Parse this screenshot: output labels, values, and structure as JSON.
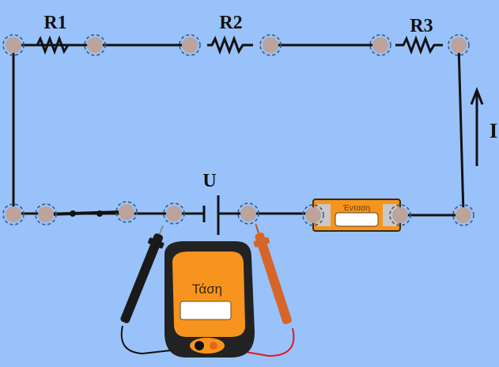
{
  "circuit": {
    "resistors": [
      {
        "label": "R1"
      },
      {
        "label": "R2"
      },
      {
        "label": "R3"
      }
    ],
    "source": {
      "label": "U"
    },
    "current": {
      "label": "I",
      "direction": "up"
    },
    "ammeter": {
      "label": "Ένταση",
      "reading": ""
    },
    "voltmeter": {
      "label": "Τάση",
      "reading": ""
    },
    "switch": {
      "state": "closed"
    }
  },
  "colors": {
    "background": "#99c2fa",
    "meter_body": "#f7941d",
    "node": "#bca39b",
    "probe_black": "#1a1a1a",
    "probe_red": "#e06a2c",
    "lead_red": "#e8141c"
  }
}
